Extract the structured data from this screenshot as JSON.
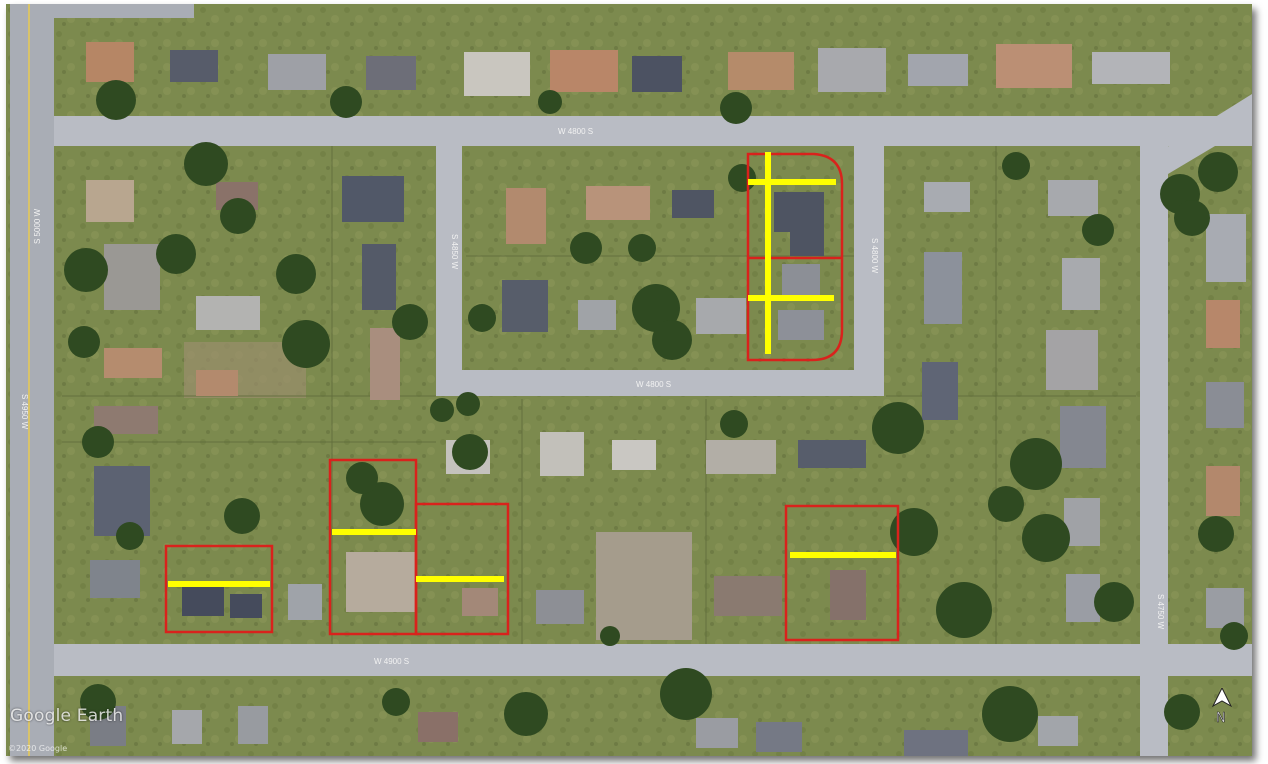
{
  "map": {
    "provider_logo": "Google Earth",
    "copyright": "©2020 Google",
    "street_labels": [
      "W 4800 S",
      "W 4800 S",
      "W 4900 S",
      "S 4850 W",
      "S 4800 W",
      "S 4950 W",
      "S 5000 W",
      "S 4750 W"
    ],
    "colors": {
      "highlight_outline": "#d9221c",
      "dimension_line": "#ffff00",
      "road": "#b9bcc4",
      "lawn": "#7f8c52",
      "tree": "#2f4a21"
    },
    "marked_parcels": 6
  }
}
